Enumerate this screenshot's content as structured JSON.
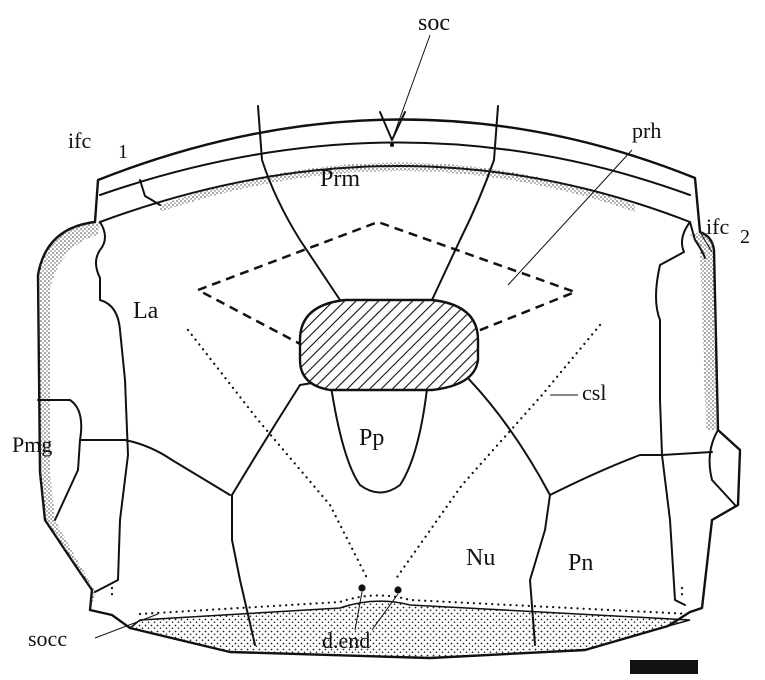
{
  "labels": {
    "soc": "soc",
    "ifc1": "ifc",
    "ifc1_sub": "1",
    "prh": "prh",
    "ifc2": "ifc",
    "ifc2_sub": "2",
    "prm": "Prm",
    "la": "La",
    "csl": "csl",
    "pmg": "Pmg",
    "pp": "Pp",
    "nu": "Nu",
    "pn": "Pn",
    "socc": "socc",
    "dend": "d.end"
  },
  "colors": {
    "line": "#111111",
    "stipple": "#222222",
    "background": "#ffffff"
  }
}
